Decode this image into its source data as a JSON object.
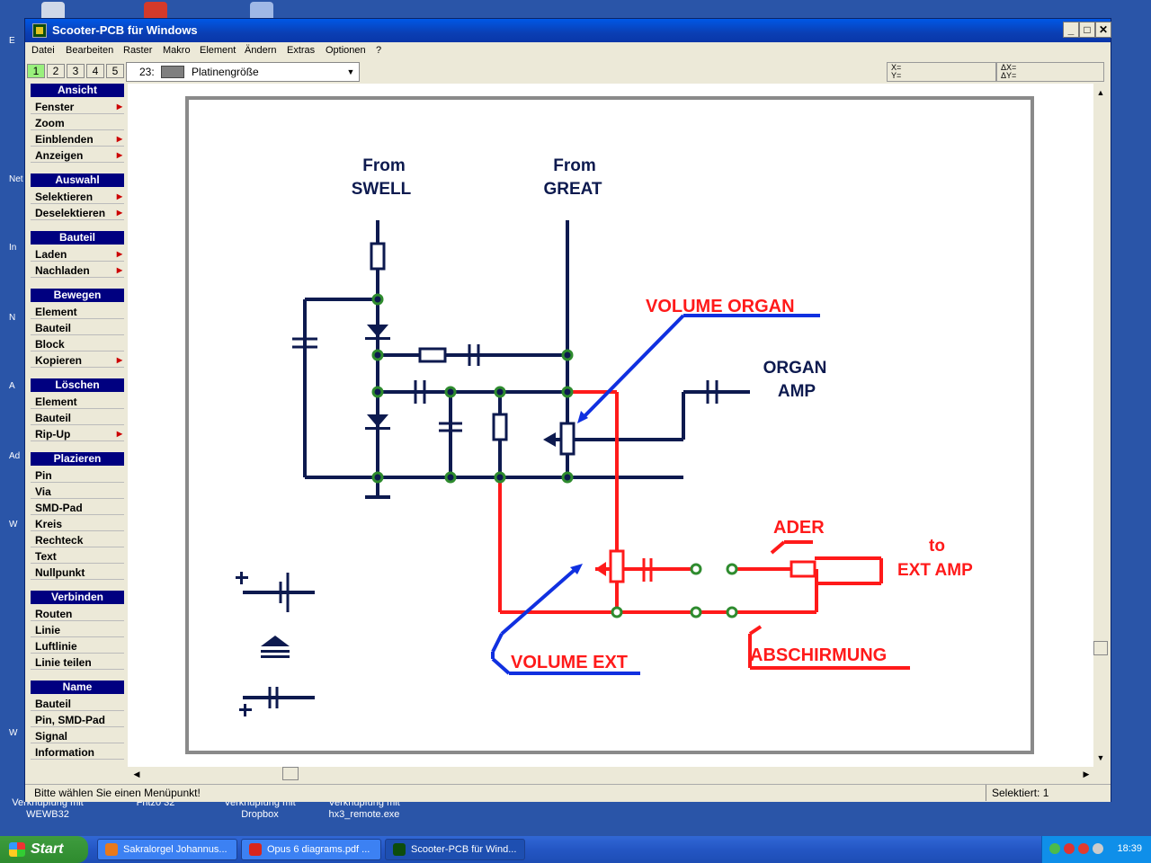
{
  "window": {
    "title": "Scooter-PCB für Windows",
    "buttons": [
      "_",
      "□",
      "✕"
    ]
  },
  "menubar": [
    "Datei",
    "Bearbeiten",
    "Raster",
    "Makro",
    "Element",
    "Ändern",
    "Extras",
    "Optionen",
    "?"
  ],
  "toolbar": {
    "layer_tabs": [
      "1",
      "2",
      "3",
      "4",
      "5"
    ],
    "active_layer_tab": "1",
    "layer_number": "23:",
    "layer_color": "#7f7f7f",
    "layer_name": "Platinengröße",
    "coords": {
      "x_label": "X=",
      "y_label": "Y=",
      "dx_label": "ΔX=",
      "dy_label": "ΔY="
    }
  },
  "sidebar": {
    "groups": [
      {
        "title": "Ansicht",
        "items": [
          {
            "label": "Fenster",
            "arrow": true
          },
          {
            "label": "Zoom",
            "arrow": false
          },
          {
            "label": "Einblenden",
            "arrow": true
          },
          {
            "label": "Anzeigen",
            "arrow": true
          }
        ]
      },
      {
        "title": "Auswahl",
        "items": [
          {
            "label": "Selektieren",
            "arrow": true
          },
          {
            "label": "Deselektieren",
            "arrow": true
          }
        ]
      },
      {
        "title": "Bauteil",
        "items": [
          {
            "label": "Laden",
            "arrow": true
          },
          {
            "label": "Nachladen",
            "arrow": true
          }
        ]
      },
      {
        "title": "Bewegen",
        "items": [
          {
            "label": "Element",
            "arrow": false
          },
          {
            "label": "Bauteil",
            "arrow": false
          },
          {
            "label": "Block",
            "arrow": false
          },
          {
            "label": "Kopieren",
            "arrow": true
          }
        ]
      },
      {
        "title": "Löschen",
        "items": [
          {
            "label": "Element",
            "arrow": false
          },
          {
            "label": "Bauteil",
            "arrow": false
          },
          {
            "label": "Rip-Up",
            "arrow": true
          }
        ]
      },
      {
        "title": "Plazieren",
        "items": [
          {
            "label": "Pin",
            "arrow": false
          },
          {
            "label": "Via",
            "arrow": false
          },
          {
            "label": "SMD-Pad",
            "arrow": false
          },
          {
            "label": "Kreis",
            "arrow": false
          },
          {
            "label": "Rechteck",
            "arrow": false
          },
          {
            "label": "Text",
            "arrow": false
          },
          {
            "label": "Nullpunkt",
            "arrow": false
          }
        ]
      },
      {
        "title": "Verbinden",
        "items": [
          {
            "label": "Routen",
            "arrow": false
          },
          {
            "label": "Linie",
            "arrow": false
          },
          {
            "label": "Luftlinie",
            "arrow": false
          },
          {
            "label": "Linie teilen",
            "arrow": false
          }
        ]
      },
      {
        "title": "Name",
        "items": [
          {
            "label": "Bauteil",
            "arrow": false
          },
          {
            "label": "Pin, SMD-Pad",
            "arrow": false
          },
          {
            "label": "Signal",
            "arrow": false
          },
          {
            "label": "Information",
            "arrow": false
          }
        ]
      }
    ]
  },
  "schematic": {
    "from_swell": [
      "From",
      "SWELL"
    ],
    "from_great": [
      "From",
      "GREAT"
    ],
    "volume_organ": "VOLUME ORGAN",
    "organ_amp": [
      "ORGAN",
      "AMP"
    ],
    "ader": "ADER",
    "to_ext_amp": [
      "to",
      "EXT AMP"
    ],
    "volume_ext": "VOLUME EXT",
    "abschirmung": "ABSCHIRMUNG",
    "colors": {
      "navy": "#0d1a4f",
      "red": "#ff1a1a",
      "blue": "#1030e0",
      "node": "#2e8b2e"
    }
  },
  "statusbar": {
    "message": "Bitte wählen Sie einen Menüpunkt!",
    "selected": "Selektiert: 1"
  },
  "desktop": {
    "edge_labels": [
      "E",
      "Net",
      "In",
      "N",
      "A",
      "Ad",
      "W",
      "W"
    ],
    "bottom_labels": [
      "Verknüpfung mit\nWEWB32",
      "Fritz0 32",
      "Verknüpfung mit\nDropbox",
      "Verknüpfung mit\nhx3_remote.exe"
    ]
  },
  "taskbar": {
    "start": "Start",
    "tasks": [
      {
        "label": "Sakralorgel Johannus...",
        "icon_color": "#e8791c",
        "active": false
      },
      {
        "label": "Opus 6 diagrams.pdf ...",
        "icon_color": "#d9261c",
        "active": false
      },
      {
        "label": "Scooter-PCB für Wind...",
        "icon_color": "#0d4d0d",
        "active": true
      }
    ],
    "clock": "18:39"
  }
}
